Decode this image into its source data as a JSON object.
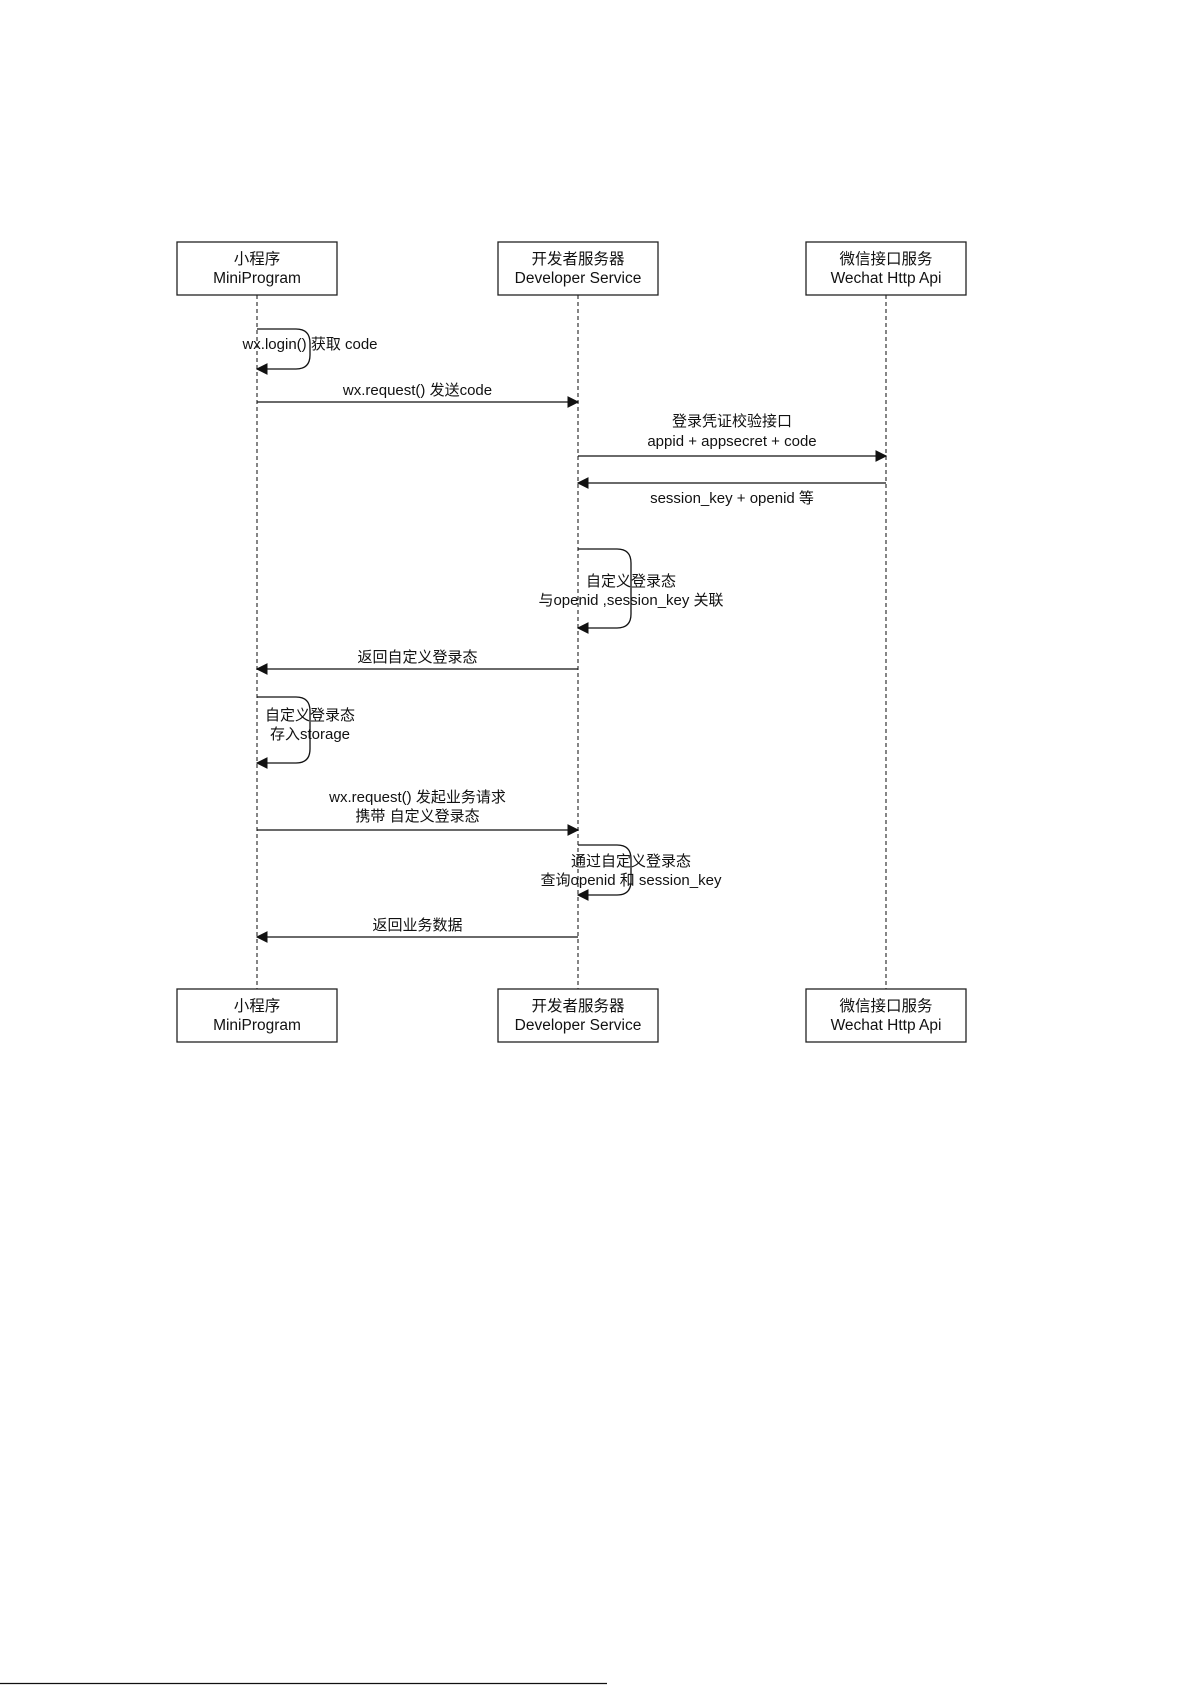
{
  "participants": [
    {
      "id": "mini",
      "name_cn": "小程序",
      "name_en": "MiniProgram"
    },
    {
      "id": "dev",
      "name_cn": "开发者服务器",
      "name_en": "Developer Service"
    },
    {
      "id": "wx",
      "name_cn": "微信接口服务",
      "name_en": "Wechat Http Api"
    }
  ],
  "messages": [
    {
      "type": "self",
      "from": "mini",
      "lines": [
        "wx.login() 获取 code"
      ]
    },
    {
      "type": "arrow",
      "from": "mini",
      "to": "dev",
      "lines": [
        "wx.request() 发送code"
      ]
    },
    {
      "type": "arrow",
      "from": "dev",
      "to": "wx",
      "lines": [
        "登录凭证校验接口",
        "appid + appsecret + code"
      ]
    },
    {
      "type": "arrow",
      "from": "wx",
      "to": "dev",
      "lines": [
        "session_key + openid 等"
      ]
    },
    {
      "type": "self",
      "from": "dev",
      "lines": [
        "自定义登录态",
        "与openid ,session_key 关联"
      ]
    },
    {
      "type": "arrow",
      "from": "dev",
      "to": "mini",
      "lines": [
        "返回自定义登录态"
      ]
    },
    {
      "type": "self",
      "from": "mini",
      "lines": [
        "自定义登录态",
        "存入storage"
      ]
    },
    {
      "type": "arrow",
      "from": "mini",
      "to": "dev",
      "lines": [
        "wx.request() 发起业务请求",
        "携带 自定义登录态"
      ]
    },
    {
      "type": "self",
      "from": "dev",
      "lines": [
        "通过自定义登录态",
        "查询openid 和 session_key"
      ]
    },
    {
      "type": "arrow",
      "from": "dev",
      "to": "mini",
      "lines": [
        "返回业务数据"
      ]
    }
  ]
}
